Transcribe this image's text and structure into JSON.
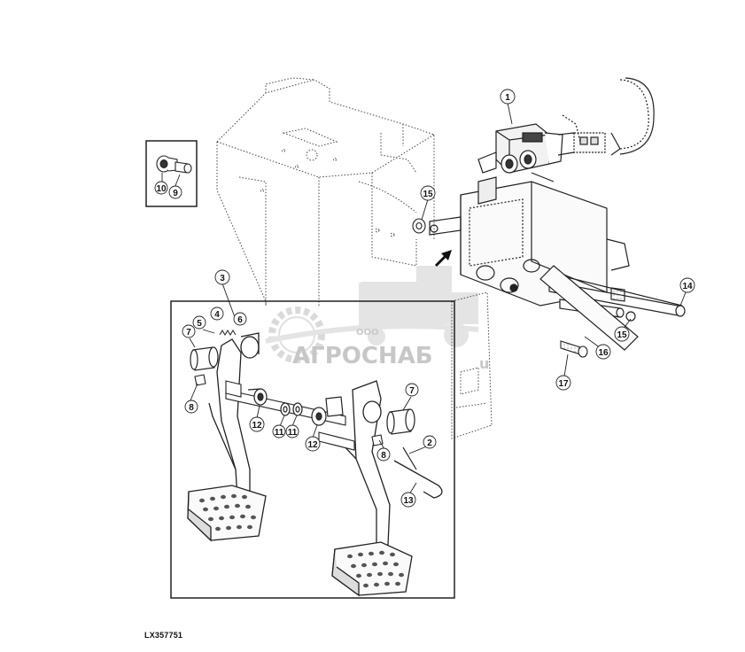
{
  "figure_id": "LX357751",
  "watermark": {
    "prefix": "ООО",
    "name": "АГРОСНАБ",
    "suffix": "u"
  },
  "callouts": {
    "c1": "1",
    "c2": "2",
    "c3": "3",
    "c4": "4",
    "c5": "5",
    "c6": "6",
    "c7a": "7",
    "c7b": "7",
    "c8a": "8",
    "c8b": "8",
    "c9": "9",
    "c10": "10",
    "c11a": "11",
    "c11b": "11",
    "c12a": "12",
    "c12b": "12",
    "c13": "13",
    "c14": "14",
    "c15a": "15",
    "c15b": "15",
    "c16": "16",
    "c17": "17"
  }
}
